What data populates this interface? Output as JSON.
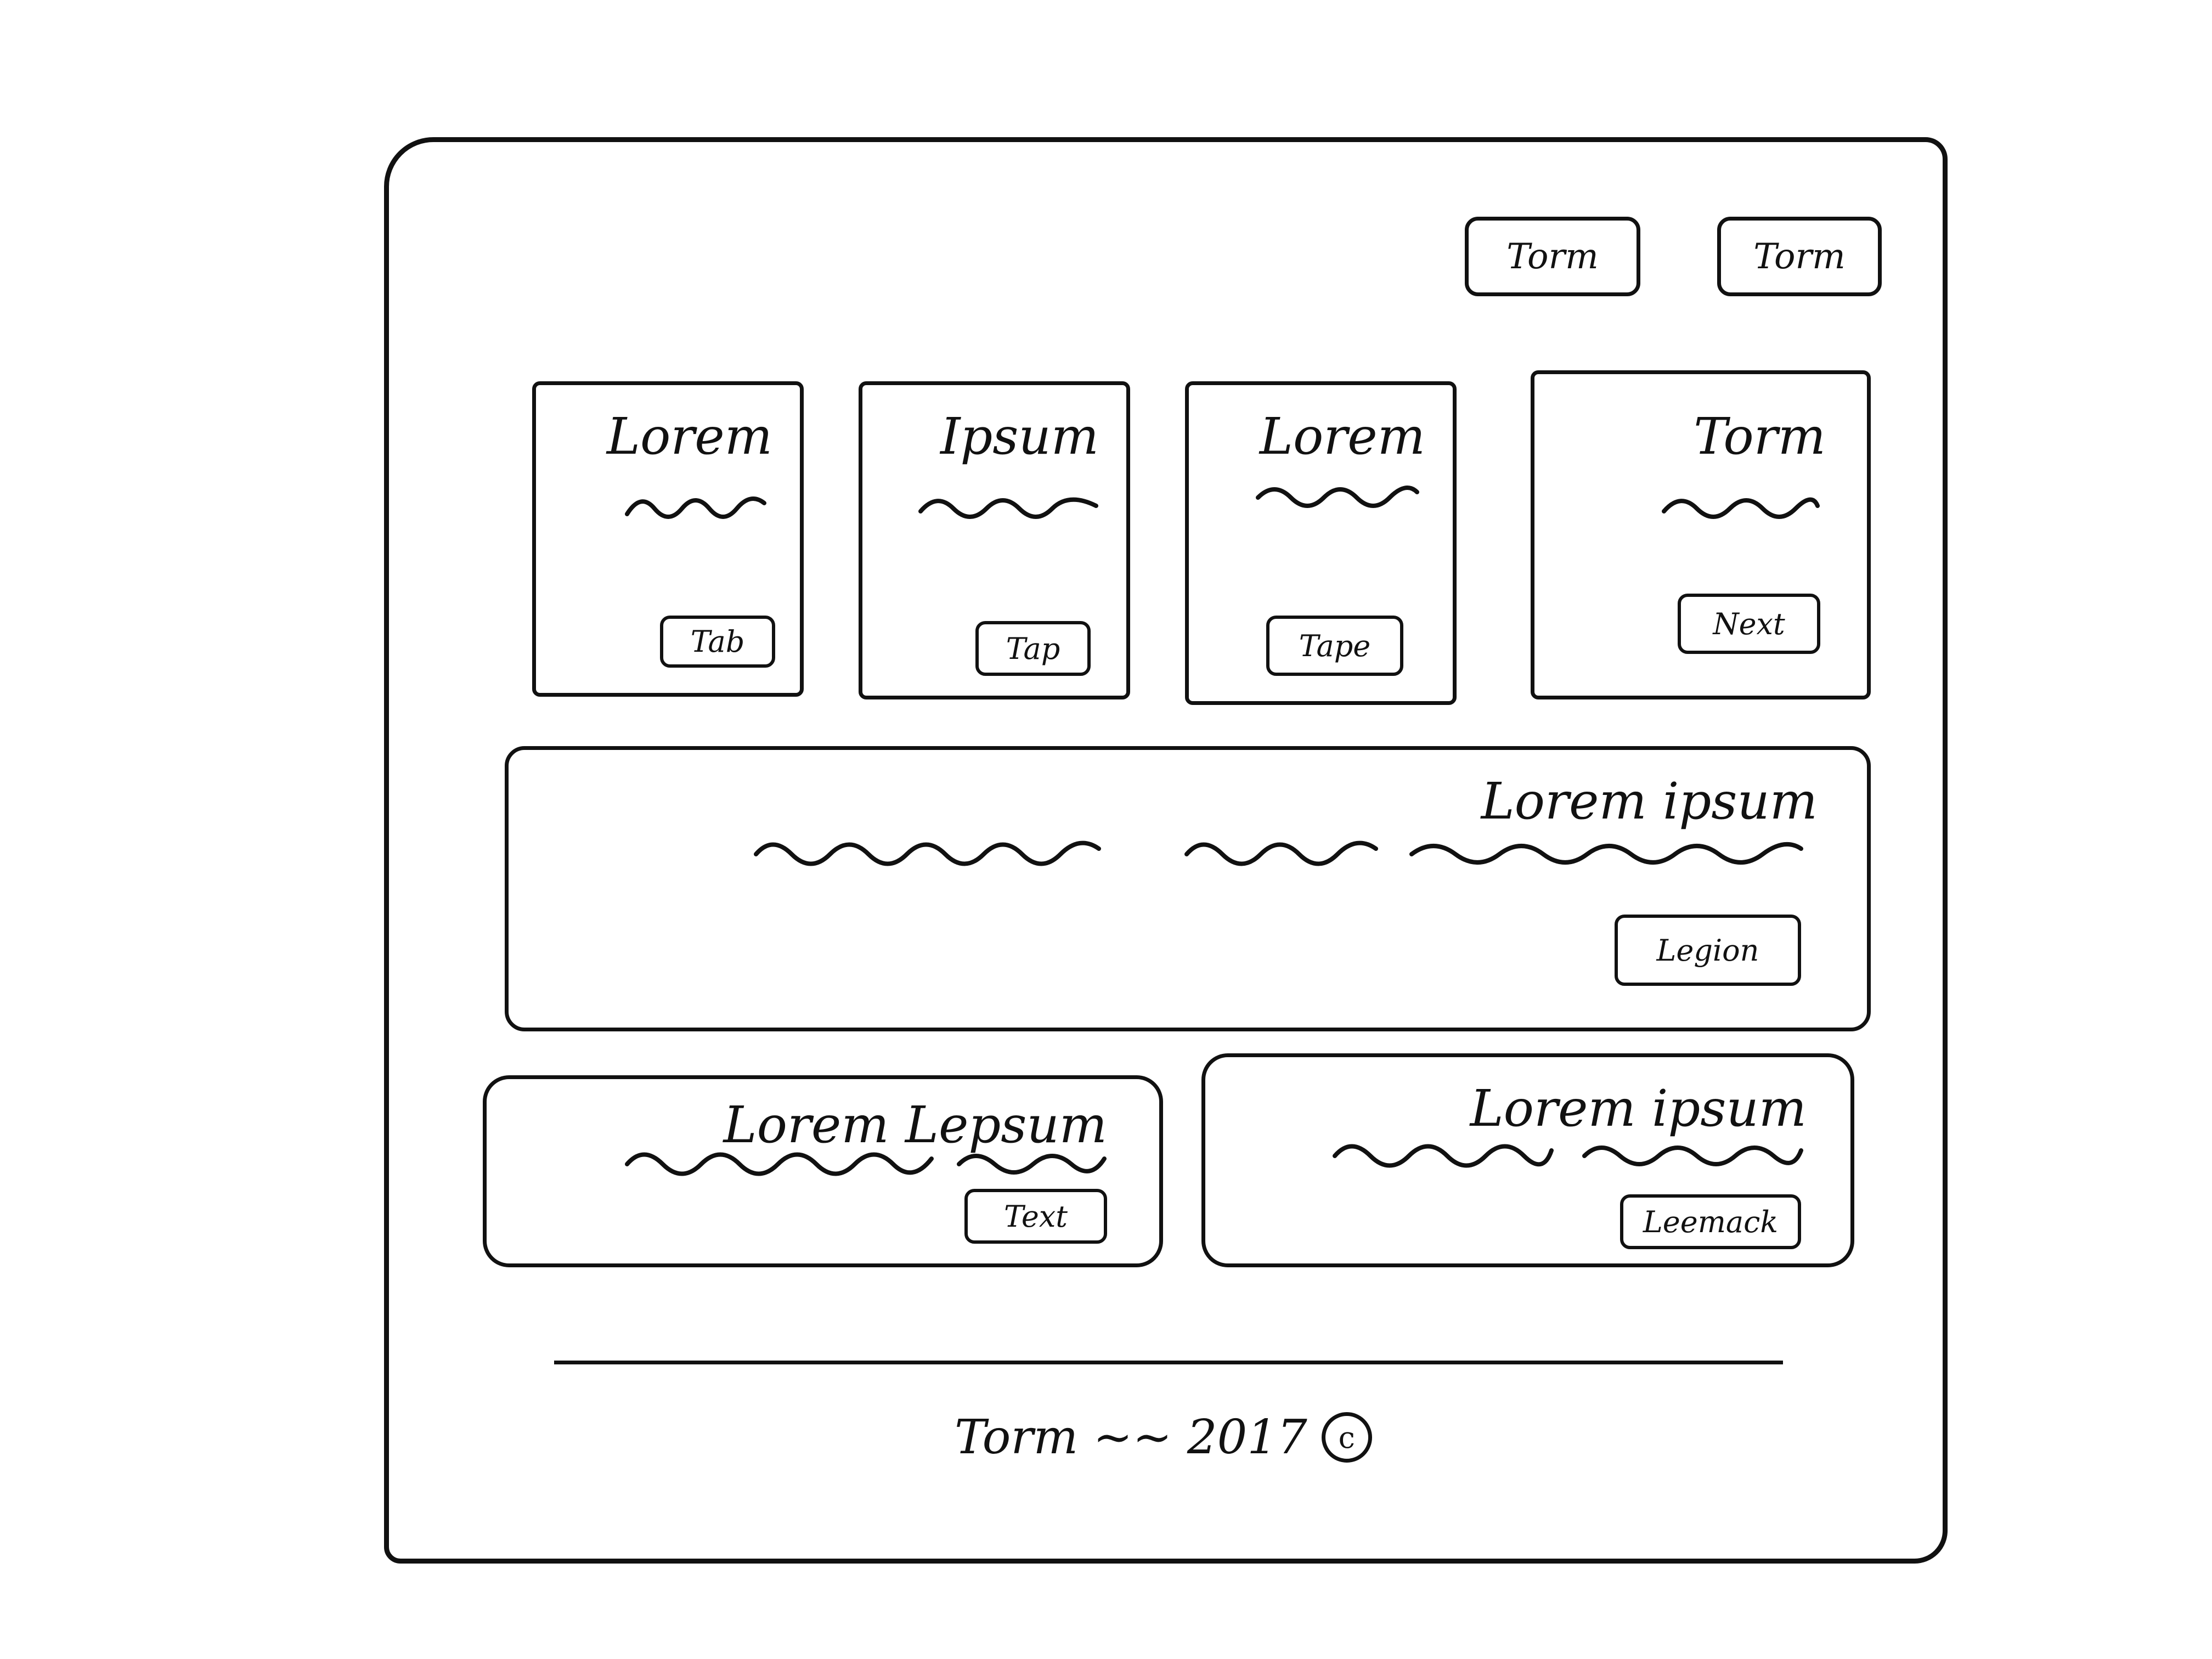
{
  "header": {
    "buttons": [
      {
        "label": "Torm"
      },
      {
        "label": "Torm"
      }
    ]
  },
  "cards": [
    {
      "title": "Torm",
      "button": "Next"
    },
    {
      "title": "Lorem",
      "button": "Tape"
    },
    {
      "title": "Ipsum",
      "button": "Tap"
    },
    {
      "title": "Lorem",
      "button": "Tab"
    }
  ],
  "banner": {
    "title": "Lorem ipsum",
    "button": "Legion"
  },
  "bottom_cards": [
    {
      "title": "Lorem ipsum",
      "button": "Leemack"
    },
    {
      "title": "Lorem Lepsum",
      "button": "Text"
    }
  ],
  "footer": {
    "copyright_symbol": "c",
    "text": "Torm ~~ 2017"
  }
}
